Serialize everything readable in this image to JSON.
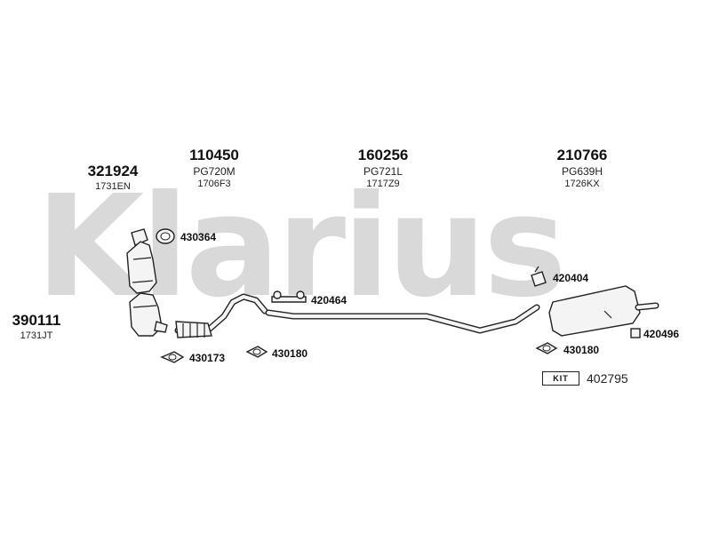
{
  "brand": {
    "watermark": "Klarius"
  },
  "parts": {
    "p321924": {
      "number": "321924",
      "code": "1731EN"
    },
    "p110450": {
      "number": "110450",
      "code": "PG720M",
      "code2": "1706F3"
    },
    "p160256": {
      "number": "160256",
      "code": "PG721L",
      "code2": "1717Z9"
    },
    "p210766": {
      "number": "210766",
      "code": "PG639H",
      "code2": "1726KX"
    },
    "p390111": {
      "number": "390111",
      "code": "1731JT"
    }
  },
  "small_parts": {
    "a430364": "430364",
    "a420464": "420464",
    "a430173": "430173",
    "a430180_left": "430180",
    "a420404": "420404",
    "a430180_right": "430180",
    "a420496": "420496"
  },
  "kit": {
    "label": "KIT",
    "number": "402795"
  }
}
